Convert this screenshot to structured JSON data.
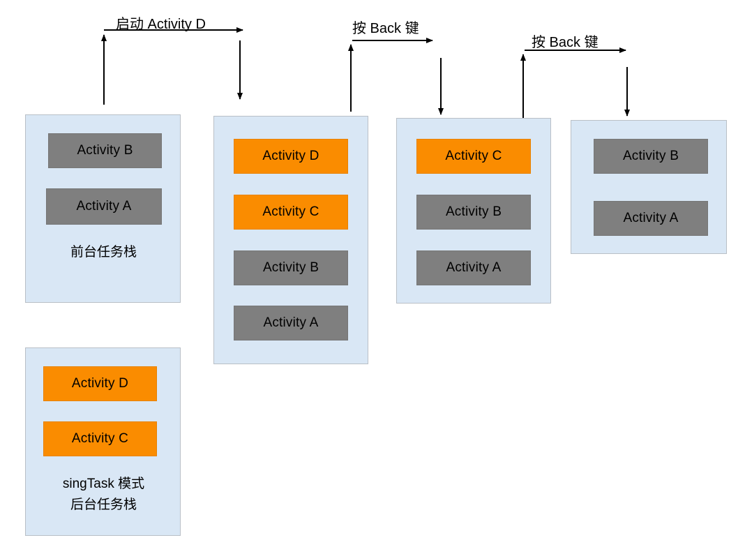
{
  "diagram": {
    "title": "Android singleTask launch mode task stack diagram",
    "colors": {
      "stack_background": "#d9e7f5",
      "stack_border": "#b9bfc6",
      "activity_normal": "#7f7f7f",
      "activity_highlight": "#fa8c00",
      "arrow": "#000000",
      "canvas": "#ffffff"
    },
    "stacks": [
      {
        "id": "foreground-stack-initial",
        "caption": "前台任务栈",
        "activities": [
          {
            "label": "Activity B",
            "state": "normal"
          },
          {
            "label": "Activity A",
            "state": "normal"
          }
        ]
      },
      {
        "id": "background-stack-singletask",
        "caption": "singTask 模式\n后台任务栈",
        "activities": [
          {
            "label": "Activity D",
            "state": "highlight"
          },
          {
            "label": "Activity C",
            "state": "highlight"
          }
        ]
      },
      {
        "id": "merged-stack-after-launch",
        "caption": "",
        "activities": [
          {
            "label": "Activity D",
            "state": "highlight"
          },
          {
            "label": "Activity C",
            "state": "highlight"
          },
          {
            "label": "Activity B",
            "state": "normal"
          },
          {
            "label": "Activity A",
            "state": "normal"
          }
        ]
      },
      {
        "id": "stack-after-first-back",
        "caption": "",
        "activities": [
          {
            "label": "Activity C",
            "state": "highlight"
          },
          {
            "label": "Activity B",
            "state": "normal"
          },
          {
            "label": "Activity A",
            "state": "normal"
          }
        ]
      },
      {
        "id": "stack-after-second-back",
        "caption": "",
        "activities": [
          {
            "label": "Activity B",
            "state": "normal"
          },
          {
            "label": "Activity A",
            "state": "normal"
          }
        ]
      }
    ],
    "transitions": [
      {
        "id": "launch-activity-d",
        "label": "启动 Activity D"
      },
      {
        "id": "press-back-1",
        "label": "按 Back 键"
      },
      {
        "id": "press-back-2",
        "label": "按 Back 键"
      }
    ]
  }
}
